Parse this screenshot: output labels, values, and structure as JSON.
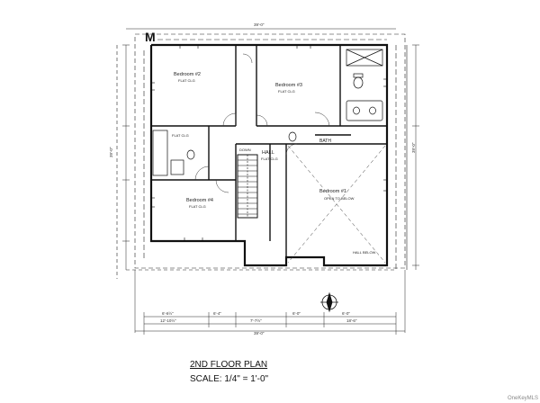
{
  "plan": {
    "marker": "M",
    "title": "2ND FLOOR PLAN",
    "scale": "SCALE: 1/4\" = 1'-0\"",
    "watermark": "OneKeyMLS",
    "rooms": {
      "bedroom2": "Bedroom #2",
      "bedroom3": "Bedroom #3",
      "bedroom4": "Bedroom #4",
      "bedroom1": "Bedroom #1",
      "hall": "HALL",
      "bath": "BATH"
    },
    "ceilings": {
      "bedroom2": "FLAT CLG",
      "bedroom3": "FLAT CLG",
      "bath_left": "FLAT CLG",
      "hall": "FLAT CLG",
      "bedroom4": "FLAT CLG"
    },
    "notes": {
      "hall_below": "HALL BELOW",
      "open_to_below": "OPEN TO BELOW",
      "down": "DOWN"
    },
    "dimensions": {
      "top_overall": "39'-0\"",
      "bottom_overall": "39'-0\"",
      "left_overall": "39'-0\"",
      "right_overall": "39'-0\"",
      "bottom_left": "12'-10½\"",
      "bottom_mid": "7'-7½\"",
      "bottom_right": "18'-6\"",
      "seg_a": "6'-6½\"",
      "seg_b": "6'-4\"",
      "seg_c": "6'-0\"",
      "seg_d": "6'-0\""
    }
  }
}
